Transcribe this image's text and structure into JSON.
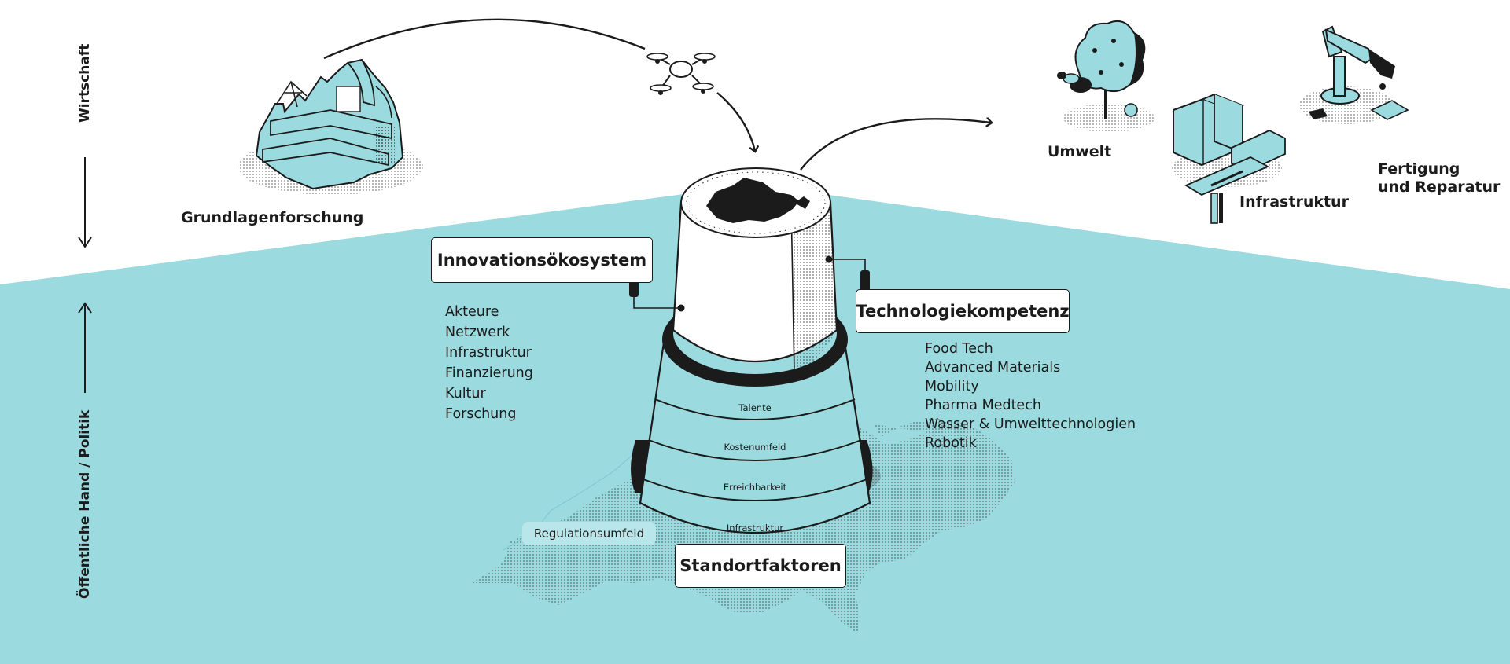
{
  "axis": {
    "top_label": "Wirtschaft",
    "bottom_label": "Öffentliche Hand / Politik"
  },
  "foundation": {
    "label": "Grundlagenforschung"
  },
  "ecosystem": {
    "title": "Innovationsökosystem",
    "items": [
      "Akteure",
      "Netzwerk",
      "Infrastruktur",
      "Finanzierung",
      "Kultur",
      "Forschung"
    ]
  },
  "technology": {
    "title": "Technologiekompetenz",
    "items": [
      "Food Tech",
      "Advanced Materials",
      "Mobility",
      "Pharma Medtech",
      "Wasser & Umwelttechnologien",
      "Robotik"
    ]
  },
  "location": {
    "title": "Standortfaktoren",
    "layers": [
      "Talente",
      "Kostenumfeld",
      "Erreichbarkeit",
      "Infrastruktur"
    ],
    "regulation": "Regulationsumfeld"
  },
  "applications": {
    "environment": "Umwelt",
    "infrastructure": "Infrastruktur",
    "manufacturing_line1": "Fertigung",
    "manufacturing_line2": "und Reparatur"
  },
  "colors": {
    "teal": "#9bdbe0",
    "ink": "#1b1b1b",
    "white": "#ffffff"
  }
}
